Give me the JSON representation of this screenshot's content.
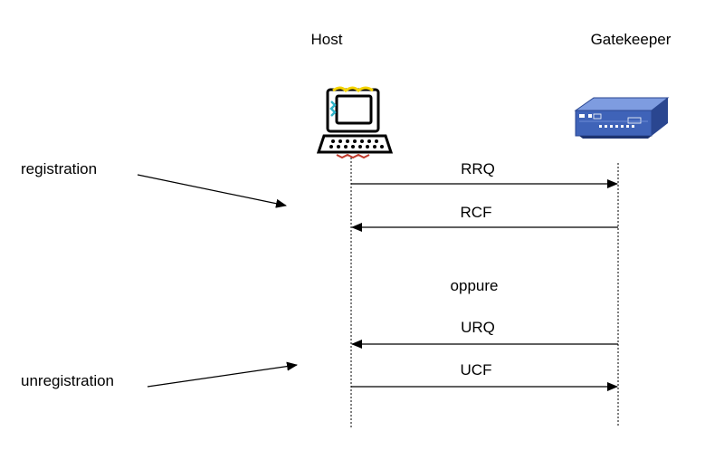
{
  "participants": {
    "host": {
      "label": "Host",
      "icon": "computer-icon"
    },
    "gatekeeper": {
      "label": "Gatekeeper",
      "icon": "network-device-icon"
    }
  },
  "annotations": {
    "registration": "registration",
    "unregistration": "unregistration"
  },
  "messages": [
    {
      "label": "RRQ",
      "from": "host",
      "to": "gatekeeper"
    },
    {
      "label": "RCF",
      "from": "gatekeeper",
      "to": "host"
    },
    {
      "label": "URQ",
      "from": "gatekeeper",
      "to": "host"
    },
    {
      "label": "UCF",
      "from": "host",
      "to": "gatekeeper"
    }
  ],
  "note": "oppure",
  "colors": {
    "line": "#000000",
    "device_blue": "#3f63b8",
    "device_dark": "#2a4690",
    "device_light": "#7e9ce0",
    "monitor_yellow": "#f5d400",
    "monitor_cyan": "#2fb3c9",
    "monitor_red": "#c0392b"
  }
}
